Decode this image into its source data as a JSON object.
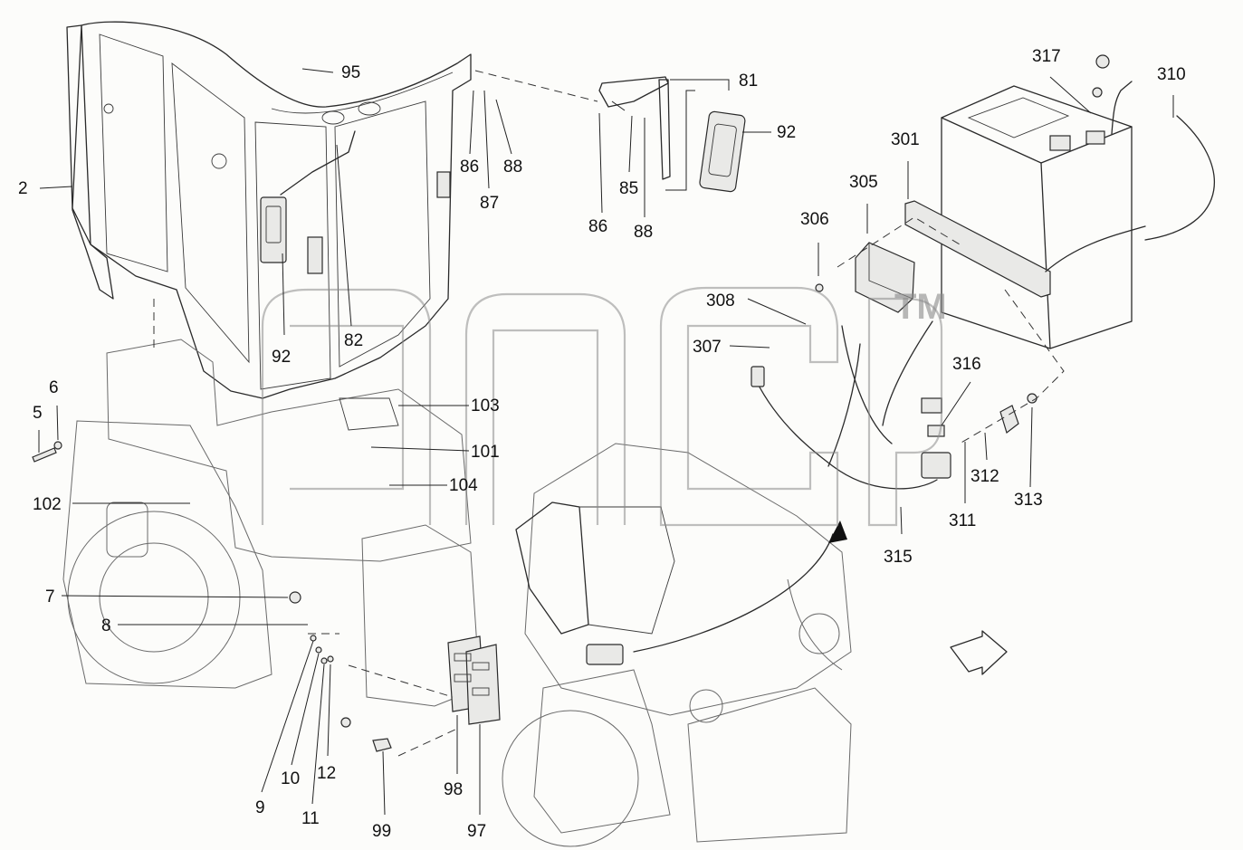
{
  "watermark": {
    "tm": "TM"
  },
  "callouts": [
    {
      "id": "c95",
      "text": "95"
    },
    {
      "id": "c2",
      "text": "2"
    },
    {
      "id": "c92a",
      "text": "92"
    },
    {
      "id": "c82",
      "text": "82"
    },
    {
      "id": "c86a",
      "text": "86"
    },
    {
      "id": "c87",
      "text": "87"
    },
    {
      "id": "c88a",
      "text": "88"
    },
    {
      "id": "c81",
      "text": "81"
    },
    {
      "id": "c92b",
      "text": "92"
    },
    {
      "id": "c85",
      "text": "85"
    },
    {
      "id": "c86b",
      "text": "86"
    },
    {
      "id": "c88b",
      "text": "88"
    },
    {
      "id": "c317",
      "text": "317"
    },
    {
      "id": "c310",
      "text": "310"
    },
    {
      "id": "c301",
      "text": "301"
    },
    {
      "id": "c305",
      "text": "305"
    },
    {
      "id": "c306",
      "text": "306"
    },
    {
      "id": "c308",
      "text": "308"
    },
    {
      "id": "c307",
      "text": "307"
    },
    {
      "id": "c316",
      "text": "316"
    },
    {
      "id": "c312",
      "text": "312"
    },
    {
      "id": "c313",
      "text": "313"
    },
    {
      "id": "c311",
      "text": "311"
    },
    {
      "id": "c315",
      "text": "315"
    },
    {
      "id": "c6",
      "text": "6"
    },
    {
      "id": "c5",
      "text": "5"
    },
    {
      "id": "c103",
      "text": "103"
    },
    {
      "id": "c101",
      "text": "101"
    },
    {
      "id": "c104",
      "text": "104"
    },
    {
      "id": "c102",
      "text": "102"
    },
    {
      "id": "c7",
      "text": "7"
    },
    {
      "id": "c8",
      "text": "8"
    },
    {
      "id": "c9",
      "text": "9"
    },
    {
      "id": "c10",
      "text": "10"
    },
    {
      "id": "c11",
      "text": "11"
    },
    {
      "id": "c12",
      "text": "12"
    },
    {
      "id": "c99",
      "text": "99"
    },
    {
      "id": "c98",
      "text": "98"
    },
    {
      "id": "c97",
      "text": "97"
    }
  ]
}
